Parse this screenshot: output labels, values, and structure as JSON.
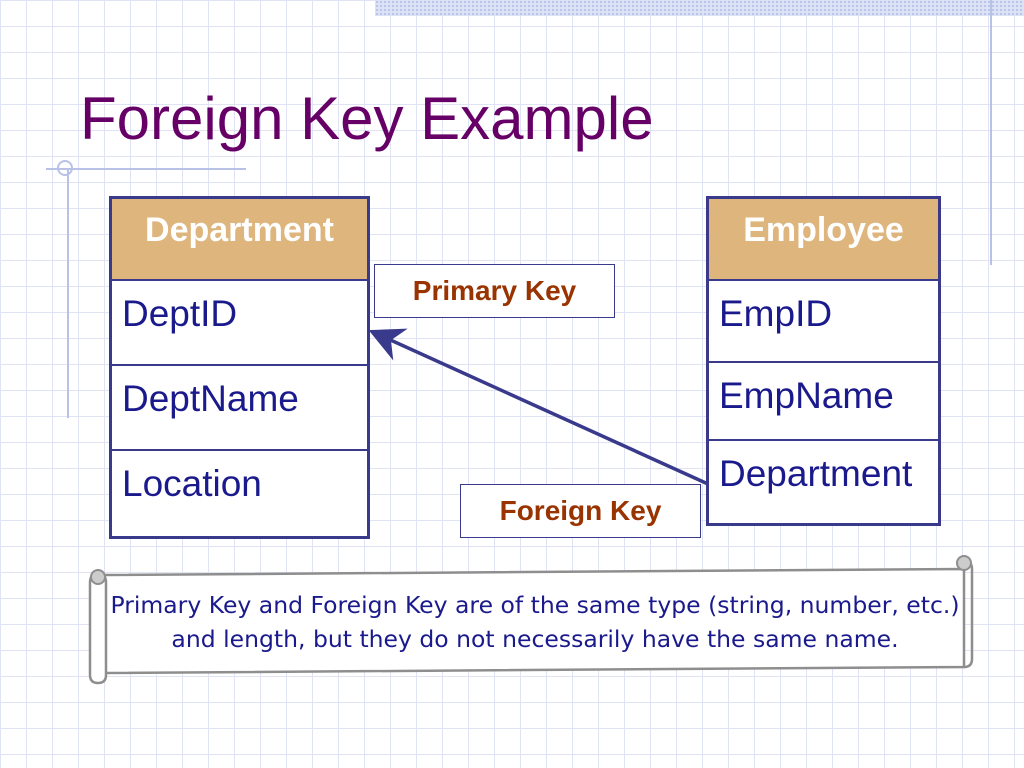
{
  "slide": {
    "title": "Foreign Key Example"
  },
  "department_table": {
    "header": "Department",
    "rows": [
      "DeptID",
      "DeptName",
      "Location"
    ]
  },
  "employee_table": {
    "header": "Employee",
    "rows": [
      "EmpID",
      "EmpName",
      "Department"
    ]
  },
  "labels": {
    "primary_key": "Primary Key",
    "foreign_key": "Foreign Key"
  },
  "note": {
    "text": "Primary Key and Foreign Key are of the same type (string, number, etc.) and length, but they do not necessarily have the same name."
  },
  "colors": {
    "title": "#660066",
    "table_border": "#3a3a8c",
    "table_header": "#deb57d",
    "body_text": "#1a1a8c",
    "key_label": "#993300"
  }
}
